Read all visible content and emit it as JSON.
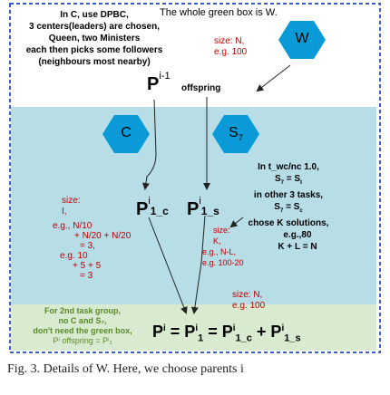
{
  "top_left_note": [
    "In C, use DPBC,",
    "3 centers(leaders) are chosen,",
    "Queen, two Ministers",
    "each then picks some followers",
    "(neighbours most nearby)"
  ],
  "green_box_note": "The whole green box is W.",
  "top_size": {
    "label": "size: N,",
    "eg": "e.g. 100"
  },
  "hex_w": "W",
  "hex_c": "C",
  "hex_s": "S",
  "hex_s_sub": "7",
  "p_offspring": {
    "base": "P",
    "sup": "i-1",
    "sub": "offspring"
  },
  "right_note": {
    "line1": "In t_wc/nc 1.0,",
    "line2a": "S",
    "line2sub": "7",
    "line2b": " = S",
    "line2sub2": "t",
    "line3": "in other 3 tasks,",
    "line4a": "S",
    "line4sub": "7",
    "line4b": " = S",
    "line4sub2": "c",
    "line5": "chose K solutions,",
    "line6": "e.g.,80",
    "line7": "K + L = N"
  },
  "p1c": {
    "base": "P",
    "sup": "i",
    "sub": "1_c"
  },
  "p1s": {
    "base": "P",
    "sup": "i",
    "sub": "1_s"
  },
  "left_size": {
    "label": "size:",
    "var": "I,",
    "eg1": "e.g., N/10",
    "eg2": "+ N/20 + N/20",
    "eg3": "= 3,",
    "eg4": "e.g. 10",
    "eg5": "+ 5 + 5",
    "eg6": "= 3"
  },
  "mid_size": {
    "label": "size:",
    "var": "K,",
    "eg1": "e.g., N-L,",
    "eg2": "e.g. 100-20"
  },
  "bottom_size": {
    "label": "size: N,",
    "eg": "e.g. 100"
  },
  "green_note": [
    "For 2nd task group,",
    "no C and  S₇,",
    "don't need the green box,",
    "Pⁱ offspring = Pⁱ₁"
  ],
  "formula": {
    "p": "P",
    "i": "i",
    "eq1": " = P",
    "i2": "i",
    "s1": "1",
    "eq2": " = P",
    "i3": "i",
    "s2": "1_c",
    "plus": " + P",
    "i4": "i",
    "s3": "1_s"
  },
  "caption": "Fig. 3.   Details of  W. Here, we choose parents i"
}
